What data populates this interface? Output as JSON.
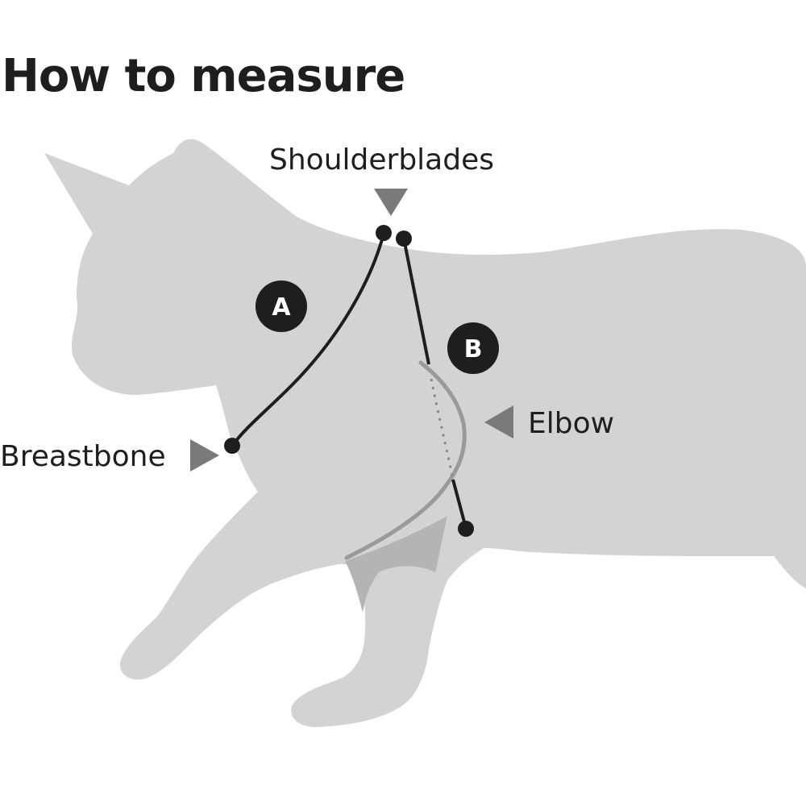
{
  "title": "How to measure",
  "labels": {
    "shoulderblades": "Shoulderblades",
    "elbow": "Elbow",
    "breastbone": "Breastbone"
  },
  "badges": {
    "a": "A",
    "b": "B"
  },
  "colors": {
    "silhouette": "#d3d3d3",
    "shade": "#b4b4b4",
    "ink": "#1e1e1e",
    "arrow": "#7a7a7a",
    "harness": "#9a9a9a"
  }
}
